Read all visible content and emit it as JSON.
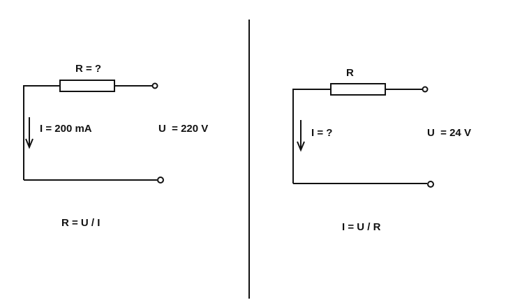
{
  "colors": {
    "line": "#111111",
    "background": "#ffffff"
  },
  "left": {
    "resistor_label": "R = ?",
    "current_label": "I = 200 mA",
    "voltage_label": "U  = 220 V",
    "formula": "R = U / I"
  },
  "right": {
    "resistor_label": "R",
    "current_label": "I = ?",
    "voltage_label": "U  = 24 V",
    "formula": "I = U / R"
  }
}
